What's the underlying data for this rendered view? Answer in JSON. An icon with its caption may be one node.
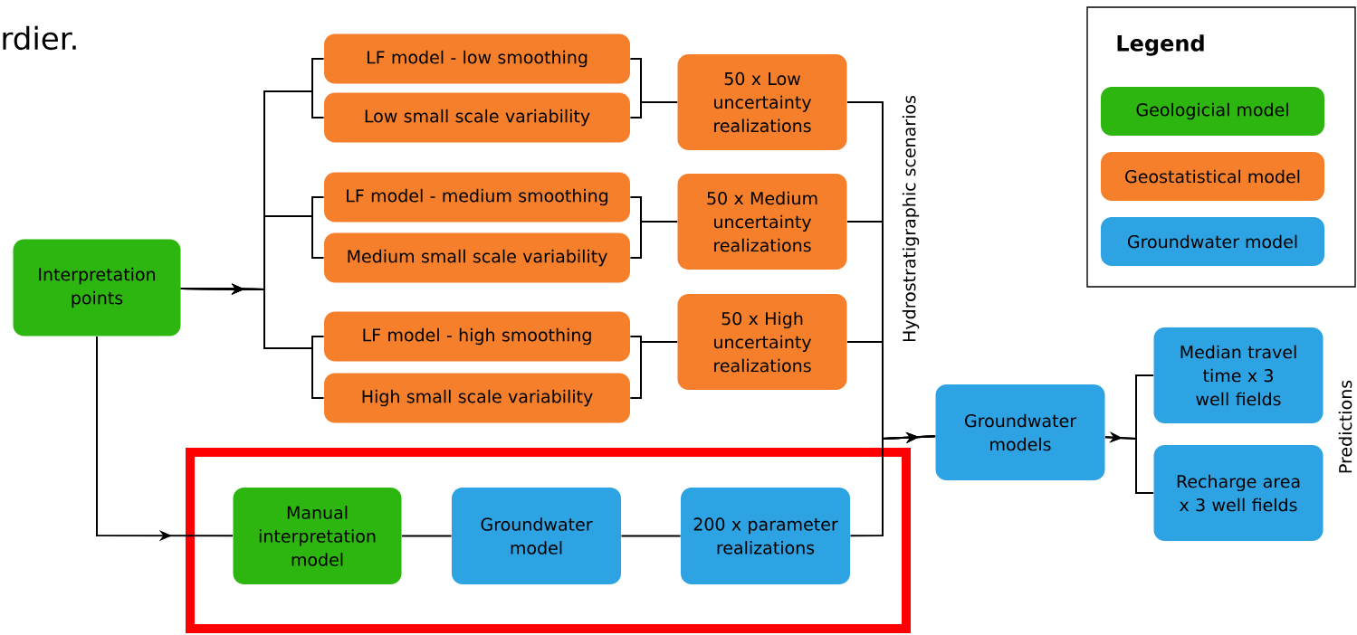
{
  "diagram": {
    "nodes": [
      {
        "text": [
          "Interpretation points"
        ]
      },
      {
        "text": [
          "LF model - low smoothing"
        ]
      },
      {
        "text": [
          "Low small scale variability"
        ]
      },
      {
        "text": [
          "50 x Low uncertainty realizations"
        ]
      },
      {
        "text": [
          "LF model - medium smoothing"
        ]
      },
      {
        "text": [
          "Medium small scale variability"
        ]
      },
      {
        "text": [
          "50 x Medium uncertainty realizations"
        ]
      },
      {
        "text": [
          "LF model - high smoothing"
        ]
      },
      {
        "text": [
          "High small scale variability"
        ]
      },
      {
        "text": [
          "50 x High uncertainty realizations"
        ]
      },
      {
        "text": [],
        "shape": "box"
      },
      {
        "text": [
          "Manual interpretation model"
        ],
        "in": 10
      },
      {
        "text": [
          "Groundwater model"
        ],
        "in": 10
      },
      {
        "text": [
          "200 x parameter realizations"
        ],
        "in": 10
      },
      {
        "text": [
          "Groundwater models"
        ]
      },
      {
        "text": [
          "Median travel time x 3 well fields"
        ]
      },
      {
        "text": [
          "Recharge area x 3 well fields"
        ]
      }
    ],
    "edges": [
      {
        "from": 0,
        "to": 1,
        "arrow": "to"
      },
      {
        "from": 0,
        "to": 2,
        "arrow": "to"
      },
      {
        "from": 0,
        "to": 4,
        "arrow": "to"
      },
      {
        "from": 0,
        "to": 5,
        "arrow": "to"
      },
      {
        "from": 0,
        "to": 7,
        "arrow": "to"
      },
      {
        "from": 0,
        "to": 8,
        "arrow": "to"
      },
      {
        "from": 1,
        "to": 3,
        "arrow": "none"
      },
      {
        "from": 2,
        "to": 3,
        "arrow": "none"
      },
      {
        "from": 4,
        "to": 6,
        "arrow": "none"
      },
      {
        "from": 5,
        "to": 6,
        "arrow": "none"
      },
      {
        "from": 7,
        "to": 9,
        "arrow": "none"
      },
      {
        "from": 8,
        "to": 9,
        "arrow": "none"
      },
      {
        "from": 3,
        "to": 14,
        "arrow": "to"
      },
      {
        "from": 6,
        "to": 14,
        "arrow": "to"
      },
      {
        "from": 9,
        "to": 14,
        "arrow": "to"
      },
      {
        "from": 13,
        "to": 14,
        "arrow": "to"
      },
      {
        "from": 0,
        "to": 11,
        "arrow": "to"
      },
      {
        "from": 11,
        "to": 12,
        "arrow": "none"
      },
      {
        "from": 12,
        "to": 13,
        "arrow": "none"
      },
      {
        "from": 14,
        "to": 15,
        "arrow": "to"
      },
      {
        "from": 14,
        "to": 16,
        "arrow": "to"
      }
    ],
    "labels": [
      "rdier.",
      "Legend",
      "Hydrostratigraphic scenarios",
      "Predictions"
    ],
    "legend": [
      {
        "text": "Geologicial model",
        "color": "#2db60f"
      },
      {
        "text": "Geostatistical model",
        "color": "#f57f2a"
      },
      {
        "text": "Groundwater model",
        "color": "#2ea3e3"
      }
    ]
  }
}
